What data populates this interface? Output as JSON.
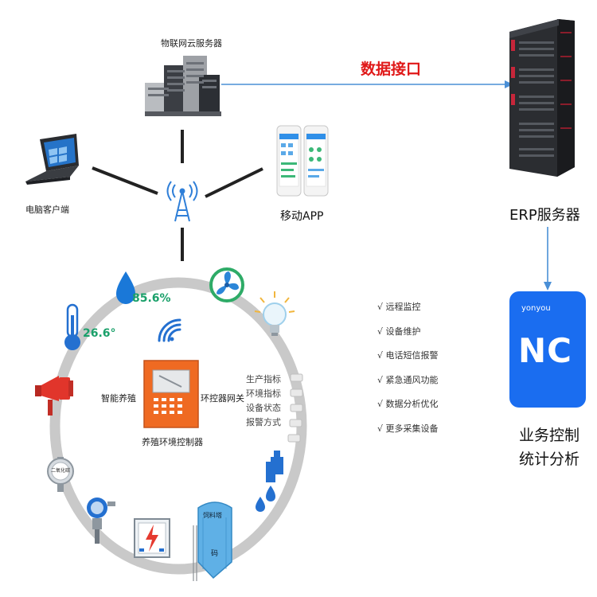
{
  "cloud_server": {
    "label": "物联网云服务器"
  },
  "api": {
    "label": "数据接口"
  },
  "pc_client": {
    "label": "电脑客户端"
  },
  "mobile_app": {
    "label": "移动APP"
  },
  "erp": {
    "label": "ERP服务器"
  },
  "nc": {
    "brand": "yonyou",
    "logo": "NC",
    "label_line1": "业务控制",
    "label_line2": "统计分析"
  },
  "sensors": {
    "humidity": "85.6%",
    "temperature": "26.6°"
  },
  "controller": {
    "left_label": "智能养殖",
    "right_label": "环控器网关",
    "bottom_label": "养殖环境控制器"
  },
  "status_items": [
    "生产指标",
    "环境指标",
    "设备状态",
    "报警方式"
  ],
  "features": [
    "√ 远程监控",
    "√ 设备维护",
    "√ 电话短信报警",
    "√ 紧急通风功能",
    "√ 数据分析优化",
    "√ 更多采集设备"
  ],
  "silo": {
    "label": "饲料塔",
    "marker": "码"
  },
  "device_label": "二氧化碳",
  "colors": {
    "accent_red": "#e01818",
    "nc_blue": "#1a6df0",
    "controller_orange": "#ef6a22",
    "ring_gray": "#c9c9c9",
    "value_green": "#1aa06a"
  }
}
